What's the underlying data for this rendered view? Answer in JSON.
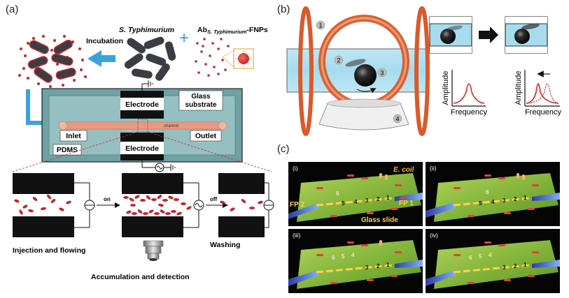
{
  "panel_a": {
    "label": "(a)",
    "incubation": "Incubation",
    "bacteria_name": "S. Typhimurium",
    "ab_prefix": "Ab",
    "ab_sub": "S. Typhimurium",
    "ab_suffix": "-FNPs",
    "plus": "+",
    "electrode_top": "Electrode",
    "electrode_bottom": "Electrode",
    "glass_substrate_line1": "Glass",
    "glass_substrate_line2": "substrate",
    "channel": "channel",
    "inlet": "Inlet",
    "outlet": "Outlet",
    "pdms": "PDMS",
    "on": "on",
    "off": "off",
    "injection_flowing": "Injection and flowing",
    "washing": "Washing",
    "accumulation_detection": "Accumulation and detection"
  },
  "panel_b": {
    "label": "(b)",
    "num1": "1",
    "num2": "2",
    "num3": "3",
    "num4": "4",
    "amplitude1": "Amplitude",
    "frequency1": "Frequency",
    "amplitude2": "Amplitude",
    "frequency2": "Frequency"
  },
  "panel_c": {
    "label": "(c)",
    "quad_labels": [
      "(i)",
      "(ii)",
      "(iii)",
      "(iv)"
    ],
    "ecoli": "E. coil",
    "fp2": "FP 2",
    "fp1": "FP 1",
    "glass_slide": "Glass slide",
    "seg_i": [
      "6",
      "5",
      "4",
      "3",
      "2",
      "1"
    ],
    "seg_ii": [
      "6",
      "5",
      "4",
      "3",
      "2",
      "1"
    ],
    "seg_iii": [
      "6",
      "5",
      "4",
      "3",
      "2",
      "1"
    ],
    "seg_iv": [
      "6",
      "5",
      "4",
      "3",
      "2",
      "1"
    ]
  },
  "colors": {
    "bacteria": "#3a3d42",
    "fnp": "#c0282d",
    "arrow_blue": "#3da2dc",
    "chip_frame": "#6fa1a5",
    "channel": "#e89a80",
    "coil_orange": "#d95a2b",
    "slide_green": "#8cc43a",
    "curve_red": "#e02020"
  }
}
